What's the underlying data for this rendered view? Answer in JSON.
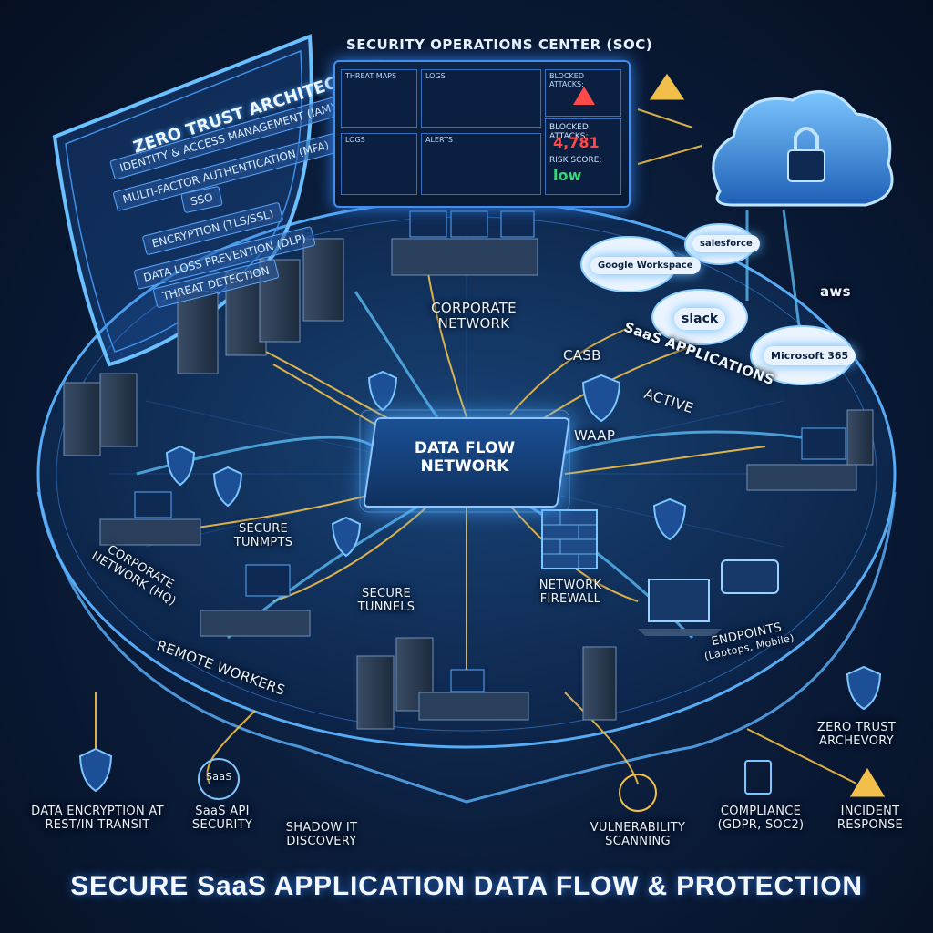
{
  "title": "SECURE SaaS APPLICATION DATA FLOW & PROTECTION",
  "soc": {
    "title": "SECURITY OPERATIONS CENTER (SOC)",
    "threat_maps": "THREAT MAPS",
    "logs_top": "LOGS",
    "logs_bottom": "LOGS",
    "alerts": "ALERTS",
    "blocked_header": "BLOCKED ATTACKS:",
    "blocked_label": "BLOCKED ATTACKS:",
    "blocked_value": "4,781",
    "risk_label": "RISK SCORE:",
    "risk_value": "low"
  },
  "zero_trust": {
    "title": "ZERO TRUST ARCHITECTURE",
    "items": [
      "IDENTITY & ACCESS MANAGEMENT (IAM)",
      "MULTI-FACTOR AUTHENTICATION (MFA)",
      "SSO",
      "ENCRYPTION (TLS/SSL)",
      "DATA LOSS PREVENTION (DLP)",
      "THREAT DETECTION"
    ]
  },
  "center": {
    "line1": "DATA FLOW",
    "line2": "NETWORK"
  },
  "labels": {
    "corporate_network": "CORPORATE NETWORK",
    "saas_applications": "SaaS APPLICATIONS",
    "casb": "CASB",
    "active": "ACTIVE",
    "waap": "WAAP",
    "secure_tunnels_1": "SECURE TUNMPTS",
    "secure_tunnels_2": "SECURE TUNNELS",
    "corporate_hq": "CORPORATE NETWORK (HQ)",
    "remote_workers": "REMOTE WORKERS",
    "network_firewall": "NETWORK FIREWALL",
    "endpoints": "ENDPOINTS",
    "endpoints_sub": "(Laptops, Mobile)",
    "zero_trust_archevory": "ZERO TRUST ARCHEVORY"
  },
  "saas_apps": {
    "google": "Google Workspace",
    "salesforce": "salesforce",
    "slack": "slack",
    "microsoft": "Microsoft 365",
    "aws": "aws"
  },
  "bottom": {
    "encryption": "DATA ENCRYPTION AT REST/IN TRANSIT",
    "saas_api": "SaaS API SECURITY",
    "saas_badge": "SaaS",
    "shadow_it": "SHADOW IT DISCOVERY",
    "vulnerability": "VULNERABILITY SCANNING",
    "compliance": "COMPLIANCE (GDPR, SOC2)",
    "incident": "INCIDENT RESPONSE"
  },
  "colors": {
    "glow": "#4aa6ff",
    "flow": "#f2c04a",
    "panel": "#0e2447",
    "alert": "#ff4a4a",
    "ok": "#37d67a"
  }
}
